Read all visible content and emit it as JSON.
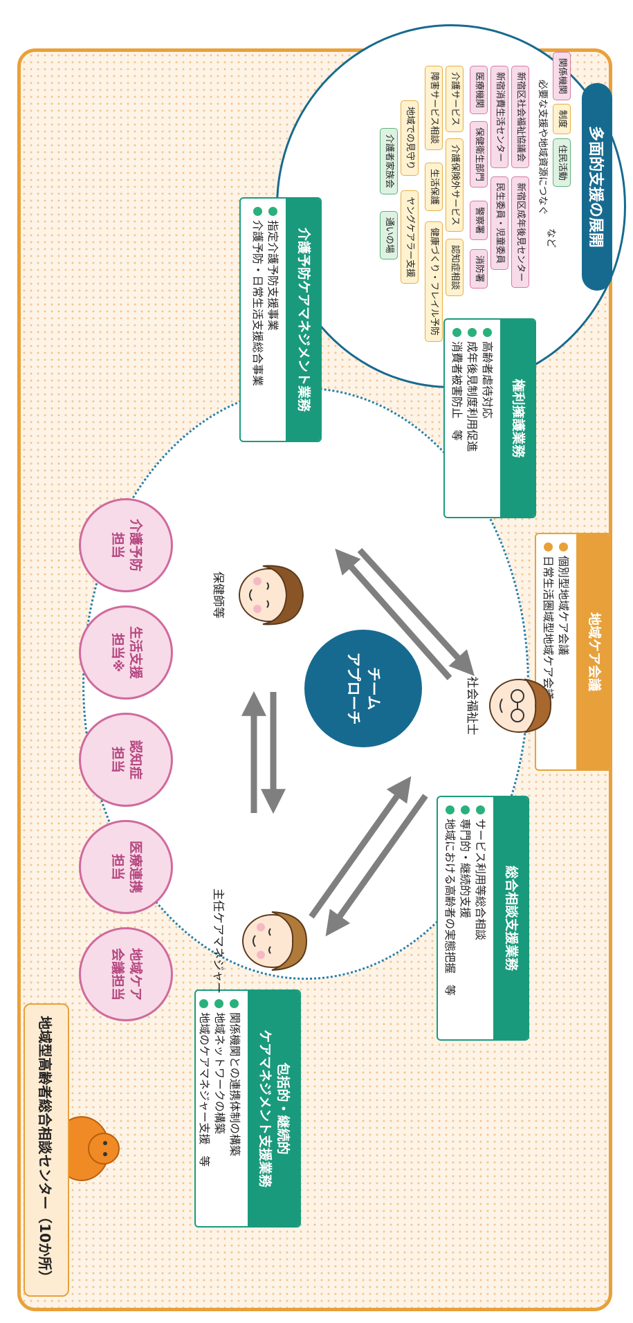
{
  "multi": {
    "title": "多面的支援の展開",
    "legend": [
      "関係機関",
      "制度",
      "住民活動"
    ],
    "legend_note": "必要な支援や地域資源につなぐ",
    "note_suffix": "など",
    "resources": [
      "新宿区社会福祉協議会",
      "新宿区成年後見センター",
      "新宿消費生活センター",
      "民生委員・児童委員",
      "医療機関",
      "保健衛生部門",
      "警察署",
      "消防署",
      "介護サービス",
      "介護保険外サービス",
      "認知症相談",
      "障害サービス相談",
      "生活保護",
      "健康づくり・フレイル予防",
      "地域での見守り",
      "ヤングケアラー支援",
      "介護者家族会",
      "通いの場"
    ]
  },
  "boxes": {
    "care_meeting": {
      "title": "地域ケア会議",
      "items": [
        "個別型地域ケア会議",
        "日常生活圏域型地域ケア会議"
      ]
    },
    "rights": {
      "title": "権利擁護業務",
      "items": [
        "高齢者虐待対応",
        "成年後見制度利用促進",
        "消費者被害防止　等"
      ]
    },
    "prevention": {
      "title": "介護予防ケアマネジメント業務",
      "items": [
        "指定介護予防支援事業",
        "介護予防・日常生活支援総合事業"
      ]
    },
    "consult": {
      "title": "総合相談支援業務",
      "items": [
        "サービス利用等総合相談",
        "専門的・継続的支援",
        "地域における高齢者の実態把握　等"
      ]
    },
    "continuous": {
      "title_line1": "包括的・継続的",
      "title_line2": "ケアマネジメント支援業務",
      "items": [
        "関係機関との連携体制の構築",
        "地域ネットワークの構築",
        "地域のケアマネジャー支援　等"
      ]
    }
  },
  "team": {
    "center_line1": "チーム",
    "center_line2": "アプローチ",
    "social_worker": "社会福祉士",
    "nurse": "保健師等",
    "care_manager": "主任ケアマネジャー"
  },
  "roles": [
    {
      "line1": "地域ケア",
      "line2": "会議担当"
    },
    {
      "line1": "医療連携",
      "line2": "担当"
    },
    {
      "line1": "認知症",
      "line2": "担当"
    },
    {
      "line1": "生活支援",
      "line2": "担当※"
    },
    {
      "line1": "介護予防",
      "line2": "担当"
    }
  ],
  "center_name": "地域型高齢者総合相談センター（10か所）",
  "colors": {
    "teal": "#1a9a7c",
    "navy": "#176a8f",
    "orange": "#e8a13a",
    "pink": "#cf6a9d"
  }
}
